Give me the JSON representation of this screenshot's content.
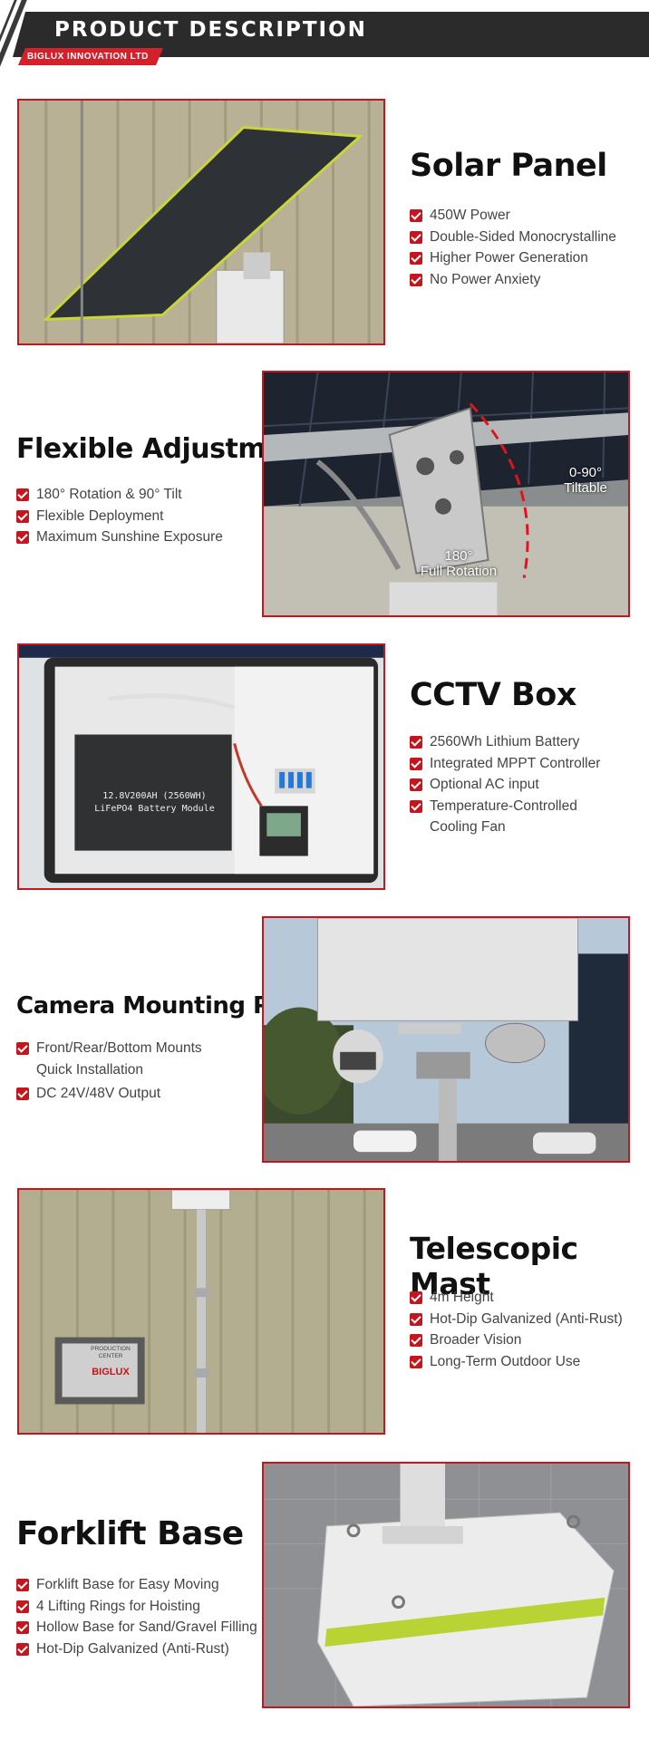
{
  "header": {
    "title": "PRODUCT DESCRIPTION",
    "subtitle": "BIGLUX INNOVATION LTD"
  },
  "sections": [
    {
      "title": "Solar Panel",
      "features": [
        "450W Power",
        "Double-Sided Monocrystalline",
        "Higher Power Generation",
        "No Power Anxiety"
      ]
    },
    {
      "title": "Flexible Adjustment",
      "features": [
        "180°  Rotation & 90°  Tilt",
        "Flexible Deployment",
        "Maximum Sunshine Exposure"
      ],
      "overlay": {
        "tilt_value": "0-90°",
        "tilt_label": "Tiltable",
        "rot_value": "180°",
        "rot_label": "Full Rotation"
      }
    },
    {
      "title": "CCTV Box",
      "features": [
        "2560Wh Lithium Battery",
        "Integrated MPPT Controller",
        "Optional AC input",
        "Temperature-Controlled Cooling Fan"
      ],
      "battery_label_1": "12.8V200AH  (2560WH)",
      "battery_label_2": "LiFePO4 Battery Module"
    },
    {
      "title": "Camera Mounting Plate",
      "features": [
        "Front/Rear/Bottom Mounts Quick Installation",
        "DC 24V/48V Output"
      ]
    },
    {
      "title": "Telescopic Mast",
      "features": [
        "4m Height",
        "Hot-Dip Galvanized (Anti-Rust)",
        "Broader Vision",
        "Long-Term Outdoor Use"
      ],
      "sign_1": "PRODUCTION",
      "sign_2": "CENTER",
      "sign_logo": "BIGLUX"
    },
    {
      "title": "Forklift Base",
      "features": [
        "Forklift Base for Easy Moving",
        "4 Lifting Rings for Hoisting",
        "Hollow Base for Sand/Gravel Filling",
        "Hot-Dip Galvanized (Anti-Rust)"
      ]
    }
  ],
  "colors": {
    "accent": "#c4161c",
    "header_bg": "#2b2b2b"
  },
  "icons": {
    "feature_bullet": "checkbox-check-icon"
  }
}
